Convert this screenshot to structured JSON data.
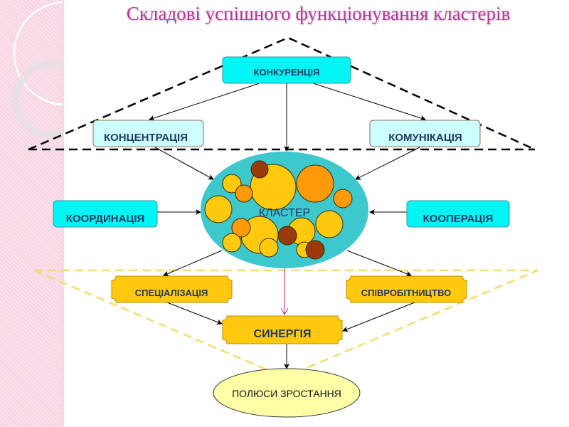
{
  "title": "Складові успішного функціонування кластерів",
  "nodes": {
    "competition": "КОНКУРЕНЦІЯ",
    "concentration": "КОНЦЕНТРАЦІЯ",
    "communication": "КОМУНІКАЦІЯ",
    "coordination": "КООРДИНАЦІЯ",
    "cooperation": "КООПЕРАЦІЯ",
    "cluster": "КЛАСТЕР",
    "specialization": "СПЕЦІАЛІЗАЦІЯ",
    "collaboration": "СПІВРОБІТНИЦТВО",
    "synergy": "СИНЕРГІЯ",
    "growth_poles": "ПОЛЮСИ ЗРОСТАННЯ"
  },
  "colors": {
    "cyan": "#00f5f5",
    "light_cyan": "#ccffff",
    "gold": "#ffc90e",
    "cluster": "#3cc8cc",
    "title": "#b03c9a",
    "label": "#1f3a64"
  }
}
